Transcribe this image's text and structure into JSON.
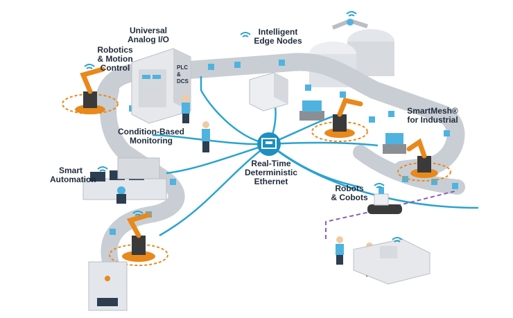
{
  "labels": {
    "universal_io": "Universal\nAnalog I/O",
    "edge_nodes": "Intelligent\nEdge Nodes",
    "robotics": "Robotics\n& Motion\nControl",
    "condition": "Condition-Based\nMonitoring",
    "smart_automation": "Smart\nAutomation",
    "ethernet": "Real-Time\nDeterministic\nEthernet",
    "smartmesh": "SmartMesh®\nfor Industrial",
    "robots_cobots": "Robots\n& Cobots",
    "plc_dcs": "PLC\n&\nDCS"
  },
  "colors": {
    "ethernet_line": "#29a3d1",
    "conveyor": "#c9ced4",
    "robot_orange": "#e8891c",
    "robot_dark": "#3a3a3a",
    "box_blue": "#4fb3e0",
    "wireless": "#2aa0c8",
    "agv_path": "#8a5bb8"
  },
  "icons": [
    "wifi-icon",
    "ethernet-port-icon"
  ]
}
